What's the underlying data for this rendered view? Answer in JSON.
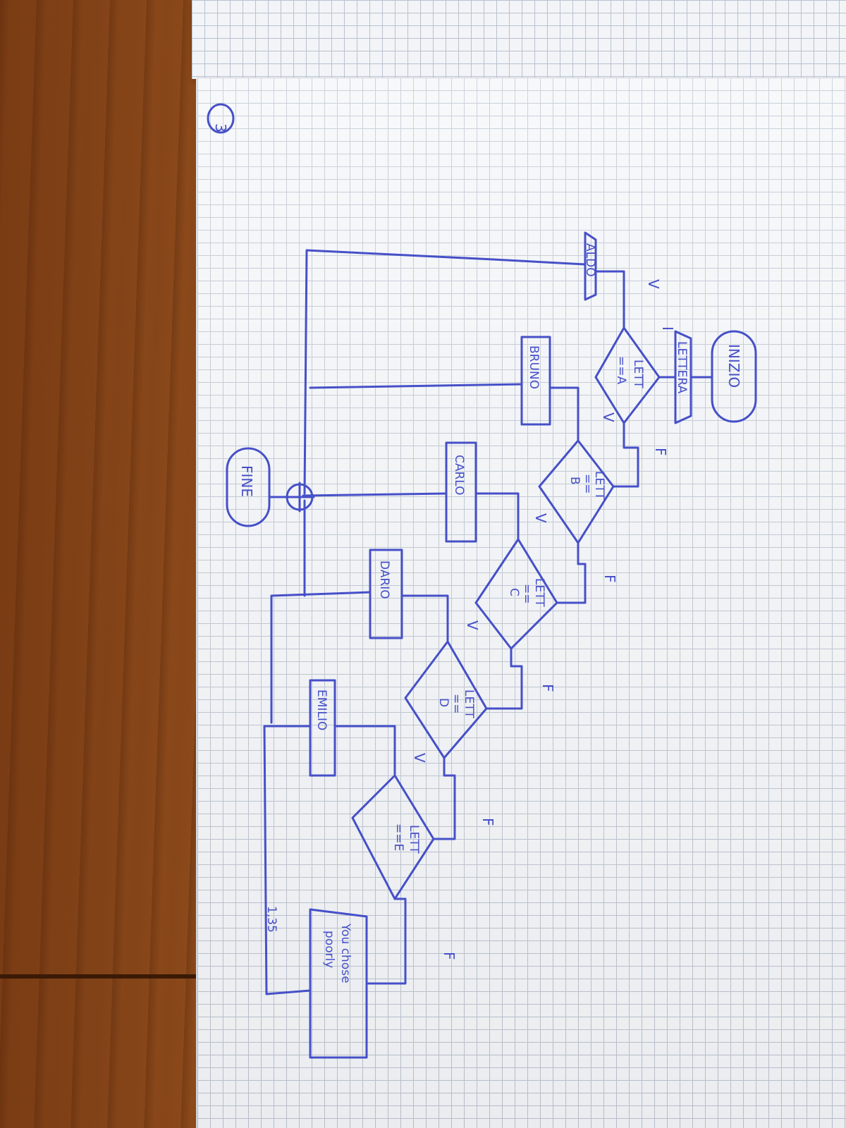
{
  "page_number": "3",
  "nodes": {
    "start": "INIZIO",
    "input": "LETTERA",
    "input_marker": "I",
    "cond_a": [
      "LETT",
      "==A"
    ],
    "cond_b": [
      "LETT",
      "==",
      "B"
    ],
    "cond_c": [
      "LETT",
      "==",
      "C"
    ],
    "cond_d": [
      "LETT",
      "==",
      "D"
    ],
    "cond_e": [
      "LETT",
      "==E"
    ],
    "out_a": "ALDO",
    "out_b": "BRUNO",
    "out_c": "CARLO",
    "out_d": "DARIO",
    "out_e": "EMILIO",
    "out_else": [
      "You chose",
      "poorly"
    ],
    "end": "FINE",
    "edge_note": "1,35"
  },
  "edge_labels": {
    "true": "V",
    "false": "F"
  },
  "colors": {
    "ink": "#4650c8",
    "paper": "#f4f6f9",
    "grid": "#bcc4d0",
    "wood": "#8a4a1c"
  }
}
